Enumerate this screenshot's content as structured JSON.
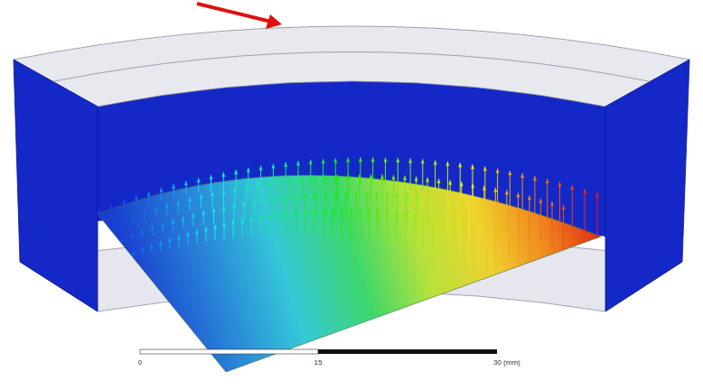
{
  "diagram": {
    "labels": [
      "0",
      "15",
      "30 (mm)"
    ]
  }
}
